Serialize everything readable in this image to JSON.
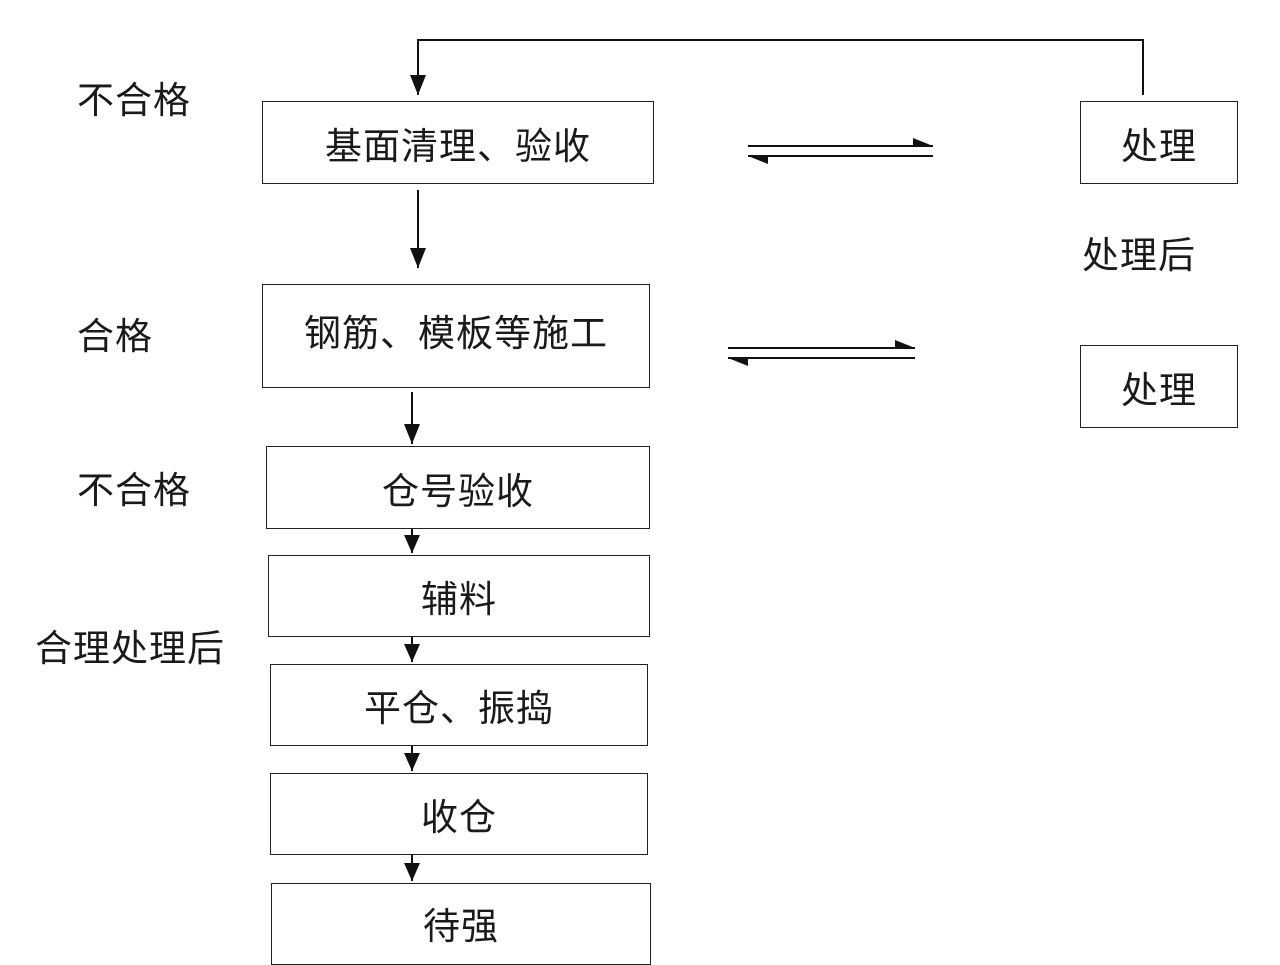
{
  "flow_steps": [
    "基面清理、验收",
    "钢筋、模板等施工",
    "仓号验收",
    "辅料",
    "平仓、振捣",
    "收仓",
    "待强"
  ],
  "side_boxes": [
    "处理",
    "处理"
  ],
  "labels": {
    "unqualified_top": "不合格",
    "qualified": "合格",
    "unqualified_mid": "不合格",
    "after_reasonable_treatment": "合理处理后",
    "after_treatment": "处理后"
  }
}
